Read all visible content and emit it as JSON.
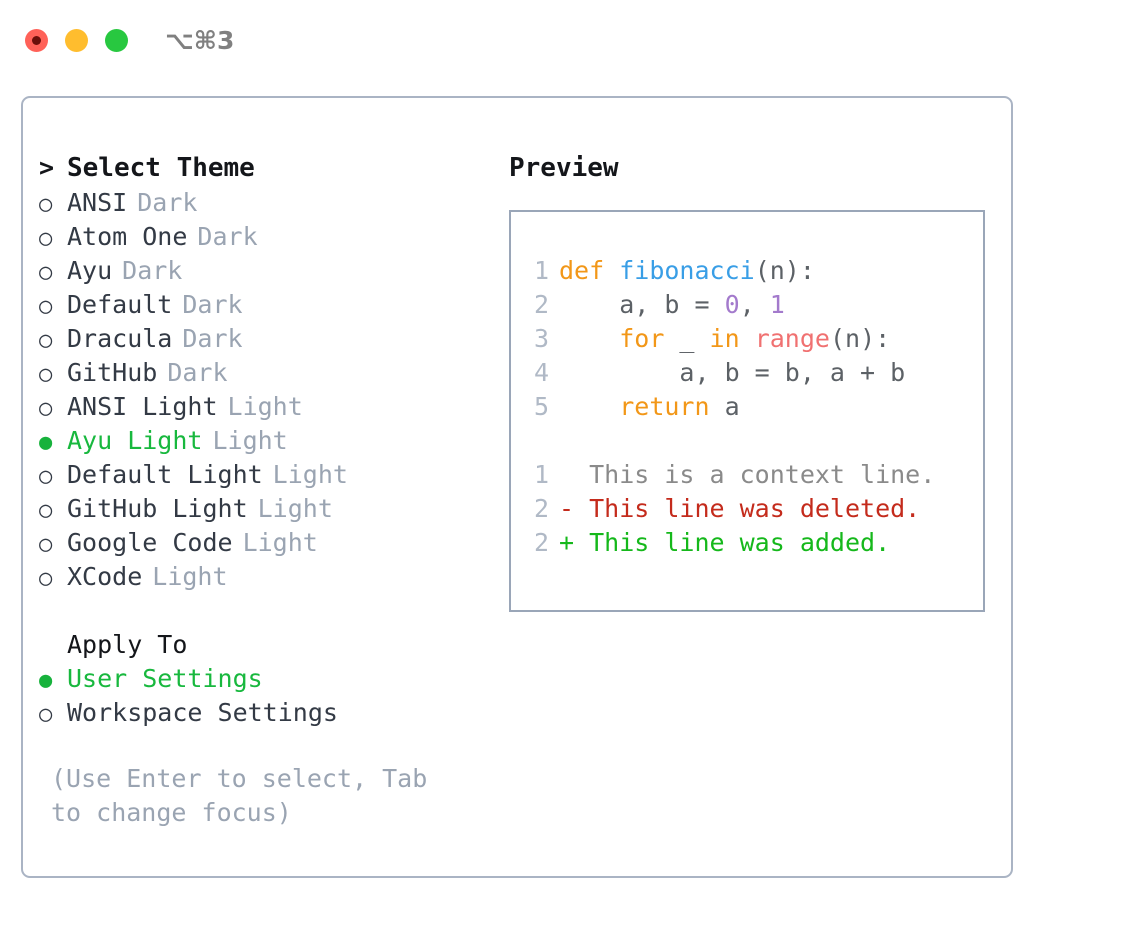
{
  "titlebar": {
    "shortcut": "⌥⌘3",
    "buttons": {
      "close": "close-button",
      "minimize": "minimize-button",
      "maximize": "maximize-button"
    }
  },
  "theme_picker": {
    "header_marker": ">",
    "header_label": "Select Theme",
    "marker_selected": "●",
    "marker_unselected": "○",
    "items": [
      {
        "name": "ANSI",
        "kind": "Dark",
        "selected": false
      },
      {
        "name": "Atom One",
        "kind": "Dark",
        "selected": false
      },
      {
        "name": "Ayu",
        "kind": "Dark",
        "selected": false
      },
      {
        "name": "Default",
        "kind": "Dark",
        "selected": false
      },
      {
        "name": "Dracula",
        "kind": "Dark",
        "selected": false
      },
      {
        "name": "GitHub",
        "kind": "Dark",
        "selected": false
      },
      {
        "name": "ANSI Light",
        "kind": "Light",
        "selected": false
      },
      {
        "name": "Ayu Light",
        "kind": "Light",
        "selected": true
      },
      {
        "name": "Default Light",
        "kind": "Light",
        "selected": false
      },
      {
        "name": "GitHub Light",
        "kind": "Light",
        "selected": false
      },
      {
        "name": "Google Code",
        "kind": "Light",
        "selected": false
      },
      {
        "name": "XCode",
        "kind": "Light",
        "selected": false
      }
    ]
  },
  "apply_to": {
    "label": "Apply To",
    "items": [
      {
        "name": "User Settings",
        "selected": true
      },
      {
        "name": "Workspace Settings",
        "selected": false
      }
    ]
  },
  "hint": "(Use Enter to select, Tab to change focus)",
  "preview": {
    "title": "Preview",
    "code_lines": [
      {
        "no": "1",
        "tokens": [
          {
            "t": "def ",
            "c": "kw"
          },
          {
            "t": "fibonacci",
            "c": "fn"
          },
          {
            "t": "(n):",
            "c": "pln"
          }
        ]
      },
      {
        "no": "2",
        "tokens": [
          {
            "t": "    a, b = ",
            "c": "pln"
          },
          {
            "t": "0",
            "c": "num"
          },
          {
            "t": ", ",
            "c": "pln"
          },
          {
            "t": "1",
            "c": "num"
          }
        ]
      },
      {
        "no": "3",
        "tokens": [
          {
            "t": "    ",
            "c": "pln"
          },
          {
            "t": "for",
            "c": "kw"
          },
          {
            "t": " _ ",
            "c": "pln"
          },
          {
            "t": "in",
            "c": "kw"
          },
          {
            "t": " ",
            "c": "pln"
          },
          {
            "t": "range",
            "c": "call"
          },
          {
            "t": "(n):",
            "c": "pln"
          }
        ]
      },
      {
        "no": "4",
        "tokens": [
          {
            "t": "        a, b = b, a + b",
            "c": "pln"
          }
        ]
      },
      {
        "no": "5",
        "tokens": [
          {
            "t": "    ",
            "c": "pln"
          },
          {
            "t": "return",
            "c": "kw"
          },
          {
            "t": " a",
            "c": "pln"
          }
        ]
      }
    ],
    "diff_lines": [
      {
        "no": "1",
        "prefix": "  ",
        "text": "This is a context line.",
        "kind": "ctx"
      },
      {
        "no": "2",
        "prefix": "- ",
        "text": "This line was deleted.",
        "kind": "del"
      },
      {
        "no": "2",
        "prefix": "+ ",
        "text": "This line was added.",
        "kind": "add"
      }
    ]
  },
  "colors": {
    "keyword": "#f29718",
    "function": "#399ee6",
    "number": "#a37acc",
    "call": "#f07171",
    "plain": "#5c6166",
    "lineno": "#b0b9c6",
    "diff_context": "#8a8a8a",
    "diff_deleted": "#c42b1c",
    "diff_added": "#15b81b",
    "selected": "#18b83e",
    "muted": "#9aa4b2",
    "border": "#aab4c4",
    "traffic_red": "#ff6158",
    "traffic_yellow": "#ffbd2e",
    "traffic_green": "#28c840"
  }
}
